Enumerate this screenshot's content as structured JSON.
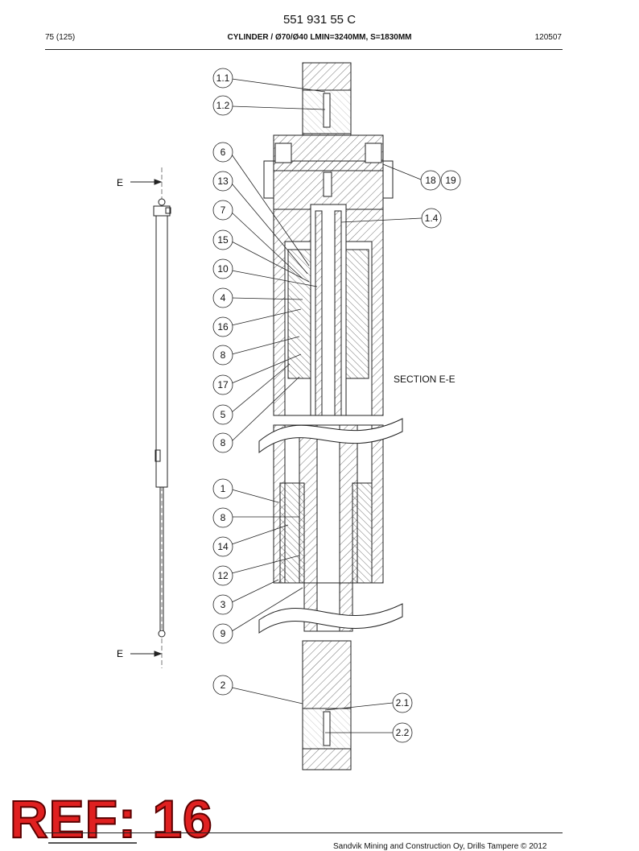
{
  "header": {
    "doc_number": "551 931 55 C",
    "page": "75 (125)",
    "title": "CYLINDER / Ø70/Ø40 LMIN=3240MM, S=1830MM",
    "date": "120507"
  },
  "diagram": {
    "section_label": "SECTION E-E",
    "section_markers": [
      "E",
      "E"
    ],
    "callouts_left": [
      "1.1",
      "1.2",
      "6",
      "13",
      "7",
      "15",
      "10",
      "4",
      "16",
      "8",
      "17",
      "5",
      "8",
      "1",
      "8",
      "14",
      "12",
      "3",
      "9",
      "2"
    ],
    "callouts_right": [
      "18",
      "19",
      "1.4",
      "2.1",
      "2.2"
    ]
  },
  "ref_label": "REF: 16",
  "footer": {
    "text": "Sandvik Mining and Construction Oy, Drills Tampere © 2012"
  }
}
